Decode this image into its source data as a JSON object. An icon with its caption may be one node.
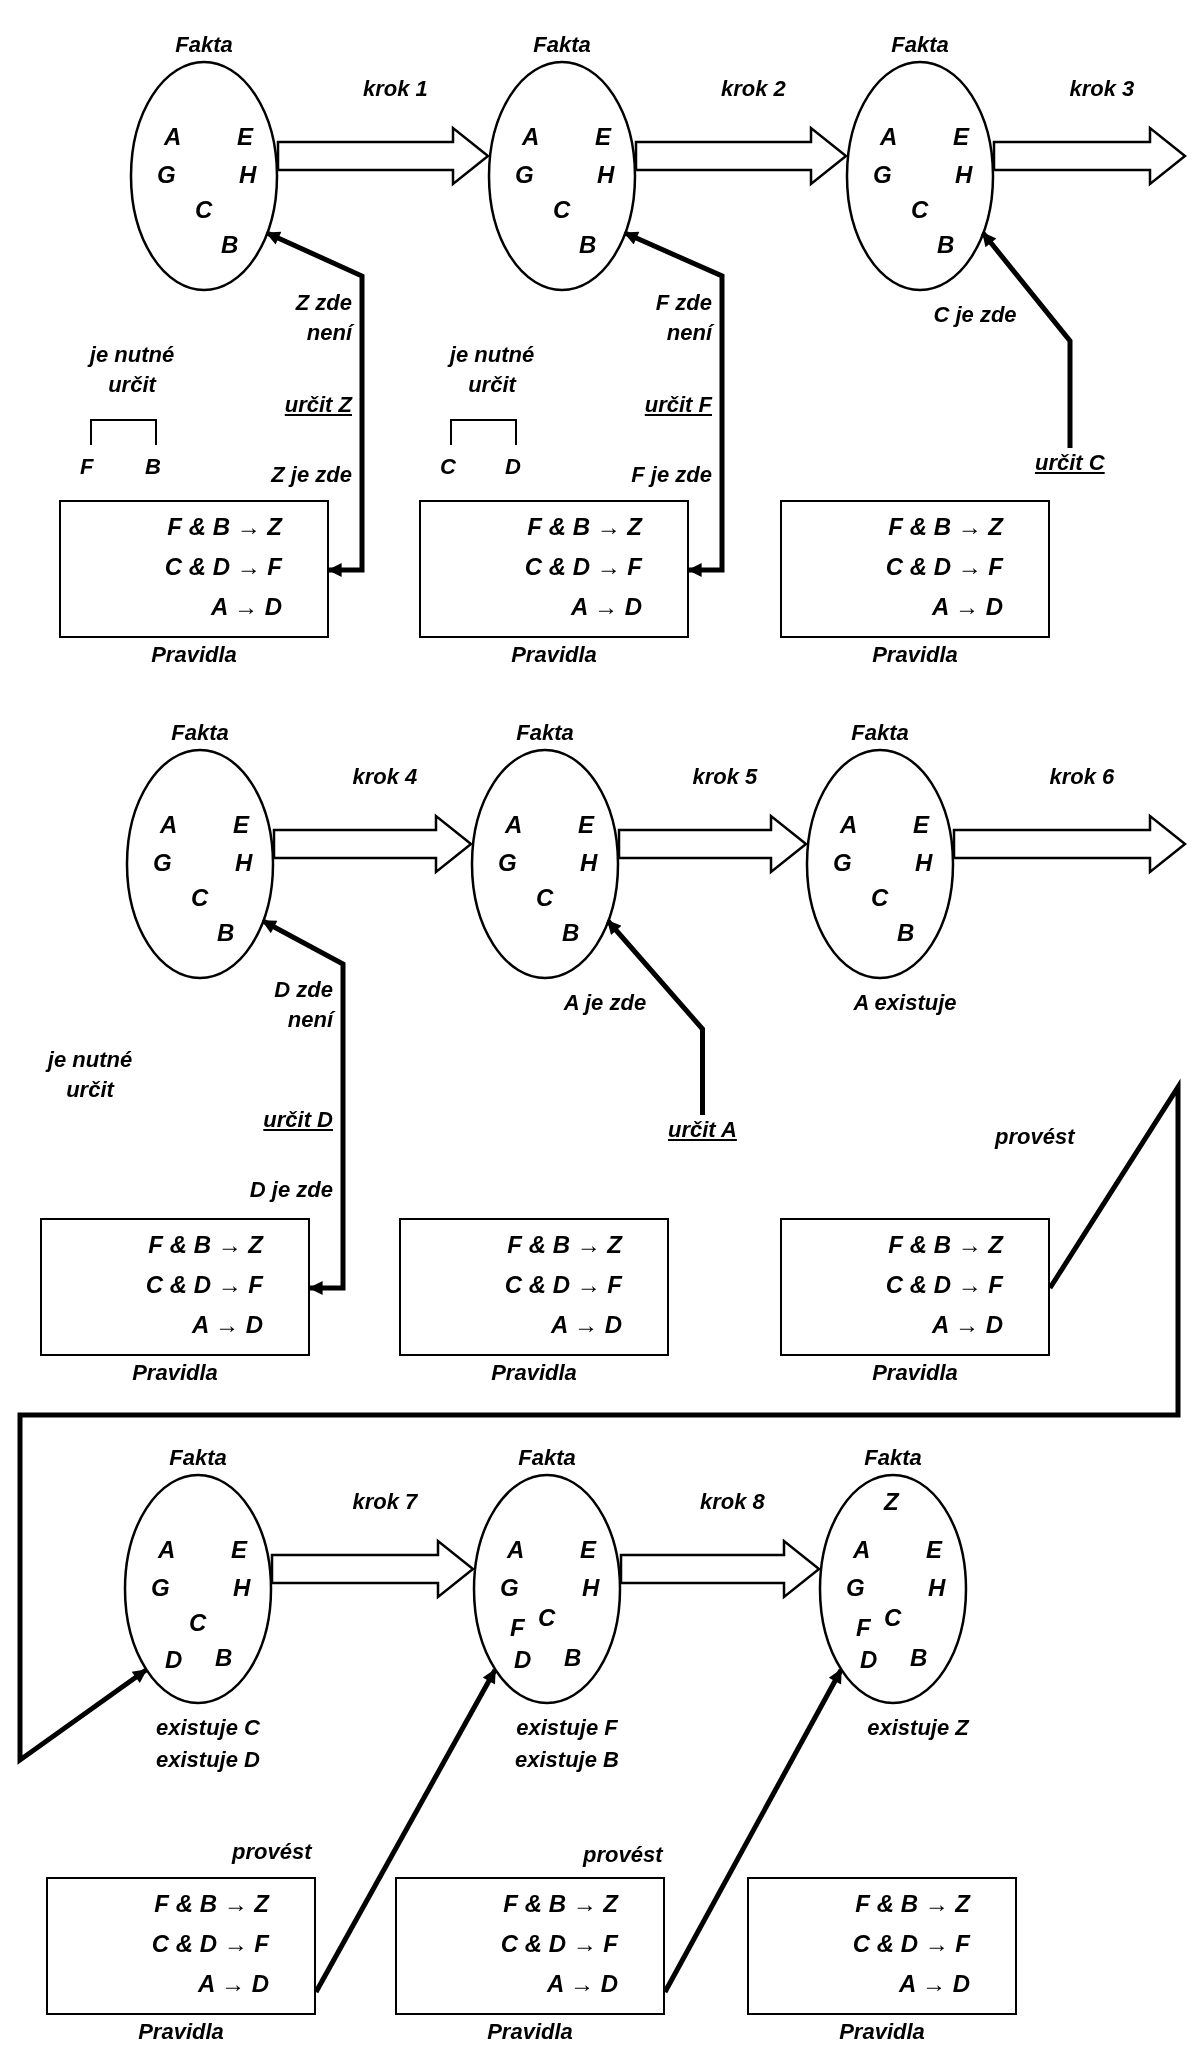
{
  "diagram": {
    "nodes": [
      {
        "text": [
          "Fakta",
          "A",
          "E",
          "G",
          "H",
          "C",
          "B"
        ]
      },
      {
        "text": [
          "F & B → Z",
          "C & D → F",
          "A → D",
          "Pravidla"
        ]
      },
      {
        "text": [
          "Fakta",
          "A",
          "E",
          "G",
          "H",
          "C",
          "B"
        ]
      },
      {
        "text": [
          "F & B → Z",
          "C & D → F",
          "A → D",
          "Pravidla"
        ]
      },
      {
        "text": [
          "Fakta",
          "A",
          "E",
          "G",
          "H",
          "C",
          "B"
        ],
        "beside": [
          "C je zde"
        ]
      },
      {
        "text": [
          "určit C"
        ]
      },
      {
        "text": [
          "F & B → Z",
          "C & D → F",
          "A → D",
          "Pravidla"
        ]
      },
      {
        "text": [
          "Fakta",
          "A",
          "E",
          "G",
          "H",
          "C",
          "B"
        ]
      },
      {
        "text": [
          "F & B → Z",
          "C & D → F",
          "A → D",
          "Pravidla"
        ]
      },
      {
        "text": [
          "Fakta",
          "A",
          "E",
          "G",
          "H",
          "C",
          "B"
        ],
        "beside": [
          "A je zde"
        ]
      },
      {
        "text": [
          "určit A"
        ]
      },
      {
        "text": [
          "F & B → Z",
          "C & D → F",
          "A → D",
          "Pravidla"
        ]
      },
      {
        "text": [
          "Fakta",
          "A",
          "E",
          "G",
          "H",
          "C",
          "B"
        ],
        "beside": [
          "A existuje"
        ]
      },
      {
        "text": [
          "F & B → Z",
          "C & D → F",
          "A → D",
          "Pravidla"
        ]
      },
      {
        "text": [
          "Fakta",
          "A",
          "E",
          "G",
          "H",
          "C",
          "D",
          "B"
        ],
        "beside": [
          "existuje C",
          "existuje D"
        ]
      },
      {
        "text": [
          "F & B → Z",
          "C & D → F",
          "A → D",
          "Pravidla"
        ]
      },
      {
        "text": [
          "Fakta",
          "A",
          "E",
          "G",
          "H",
          "F",
          "C",
          "D",
          "B"
        ],
        "beside": [
          "existuje F",
          "existuje B"
        ]
      },
      {
        "text": [
          "F & B → Z",
          "C & D → F",
          "A → D",
          "Pravidla"
        ]
      },
      {
        "text": [
          "Fakta",
          "Z",
          "A",
          "E",
          "G",
          "H",
          "F",
          "C",
          "D",
          "B"
        ],
        "beside": [
          "existuje Z"
        ]
      },
      {
        "text": [
          "F & B → Z",
          "C & D → F",
          "A → D",
          "Pravidla"
        ]
      }
    ],
    "edges": [
      {
        "from": 0,
        "to": 2,
        "arrow": "to",
        "label": "krok 1",
        "style": "thick"
      },
      {
        "from": 1,
        "to": 0,
        "arrow": "both"
      },
      {
        "from": 2,
        "to": 4,
        "arrow": "to",
        "label": "krok 2",
        "style": "thick"
      },
      {
        "from": 3,
        "to": 2,
        "arrow": "both"
      },
      {
        "from": 4,
        "to": null,
        "arrow": "to",
        "label": "krok 3",
        "style": "thick"
      },
      {
        "from": 5,
        "to": 4,
        "arrow": "to"
      },
      {
        "from": 7,
        "to": 9,
        "arrow": "to",
        "label": "krok 4",
        "style": "thick"
      },
      {
        "from": 8,
        "to": 7,
        "arrow": "both"
      },
      {
        "from": 9,
        "to": 12,
        "arrow": "to",
        "label": "krok 5",
        "style": "thick"
      },
      {
        "from": 10,
        "to": 9,
        "arrow": "to"
      },
      {
        "from": 12,
        "to": null,
        "arrow": "to",
        "label": "krok 6",
        "style": "thick"
      },
      {
        "from": 13,
        "to": 14,
        "arrow": "to",
        "label": "provést"
      },
      {
        "from": 14,
        "to": 16,
        "arrow": "to",
        "label": "krok 7",
        "style": "thick"
      },
      {
        "from": 15,
        "to": 16,
        "arrow": "to",
        "label": "provést"
      },
      {
        "from": 16,
        "to": 18,
        "arrow": "to",
        "label": "krok 8",
        "style": "thick"
      },
      {
        "from": 17,
        "to": 18,
        "arrow": "to",
        "label": "provést"
      }
    ],
    "labels": [
      "Z zde není",
      "je nutné určit",
      "určit Z",
      "F",
      "B",
      "Z je zde",
      "F zde není",
      "je nutné určit",
      "určit F",
      "C",
      "D",
      "F je zde",
      "D zde není",
      "je nutné určit",
      "určit D",
      "D je zde"
    ]
  }
}
